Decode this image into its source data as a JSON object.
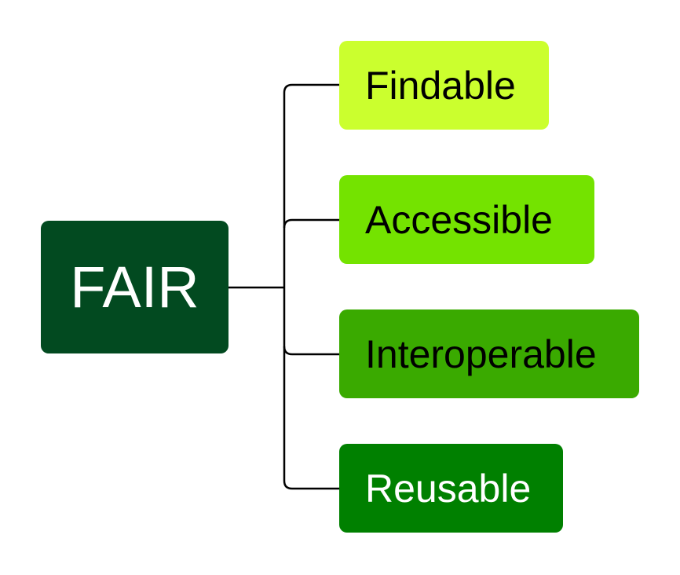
{
  "root": {
    "label": "FAIR",
    "color": "#024a20",
    "text_color": "#ffffff"
  },
  "principles": [
    {
      "label": "Findable",
      "color": "#cbff2e",
      "text_color": "#000000"
    },
    {
      "label": "Accessible",
      "color": "#74e300",
      "text_color": "#000000"
    },
    {
      "label": "Interoperable",
      "color": "#3aaa00",
      "text_color": "#000000"
    },
    {
      "label": "Reusable",
      "color": "#008000",
      "text_color": "#ffffff"
    }
  ],
  "connector_color": "#000000"
}
